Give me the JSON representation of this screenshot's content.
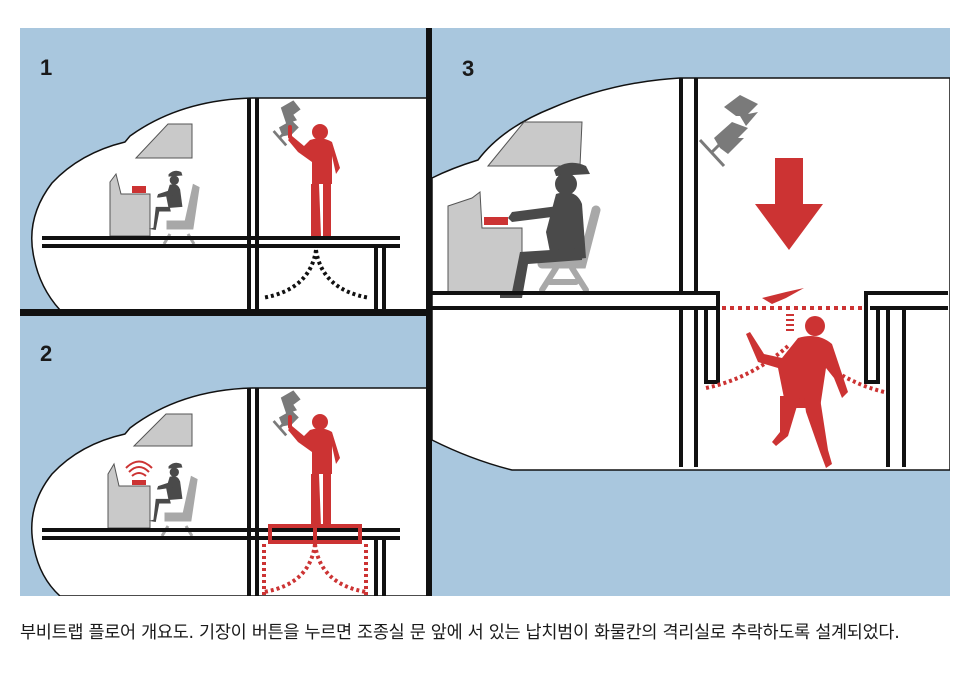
{
  "figure": {
    "colors": {
      "sky": "#a9c7de",
      "red": "#cc3333",
      "dark_figure": "#4a4a4a",
      "light_gray": "#c9c9c9",
      "chair": "#a8a8a8",
      "camera": "#7a7a7a",
      "line": "#111111"
    },
    "panels": [
      {
        "number": "1",
        "description": "Hijacker stands at cockpit door over trapdoor; captain seated at controls"
      },
      {
        "number": "2",
        "description": "Captain presses red button; floor panel under hijacker activates"
      },
      {
        "number": "3",
        "description": "Trapdoor opens; hijacker falls into cargo holding cell"
      }
    ]
  },
  "caption": {
    "text": "부비트랩 플로어 개요도. 기장이 버튼을 누르면 조종실 문 앞에 서 있는 납치범이 화물칸의 격리실로 추락하도록 설계되었다."
  }
}
